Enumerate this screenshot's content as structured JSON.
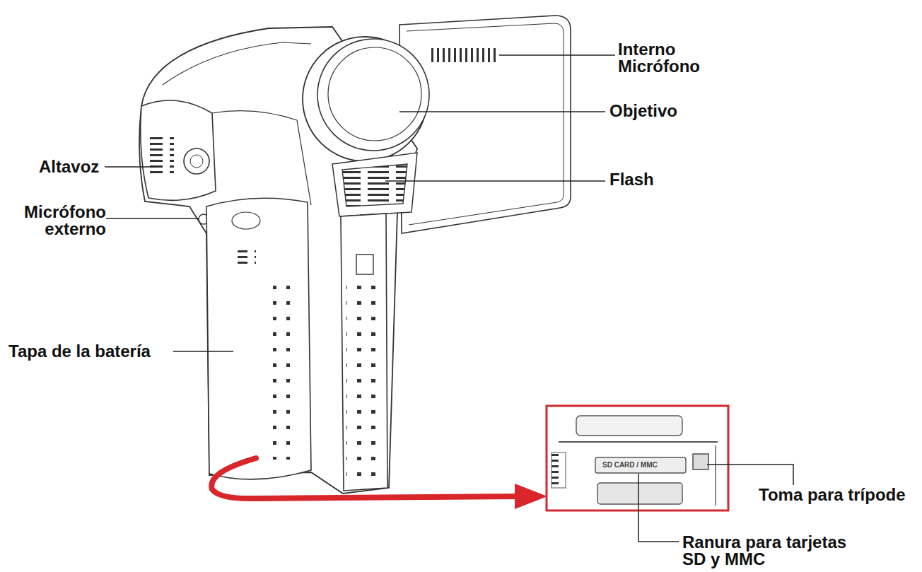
{
  "diagram": {
    "labels": [
      "Interno Micrófono",
      "Objetivo",
      "Altavoz",
      "Flash",
      "Micrófono externo",
      "Tapa de la batería",
      "SD CARD / MMC",
      "Toma para trípode",
      "Ranura para tarjetas SD y MMC"
    ]
  }
}
